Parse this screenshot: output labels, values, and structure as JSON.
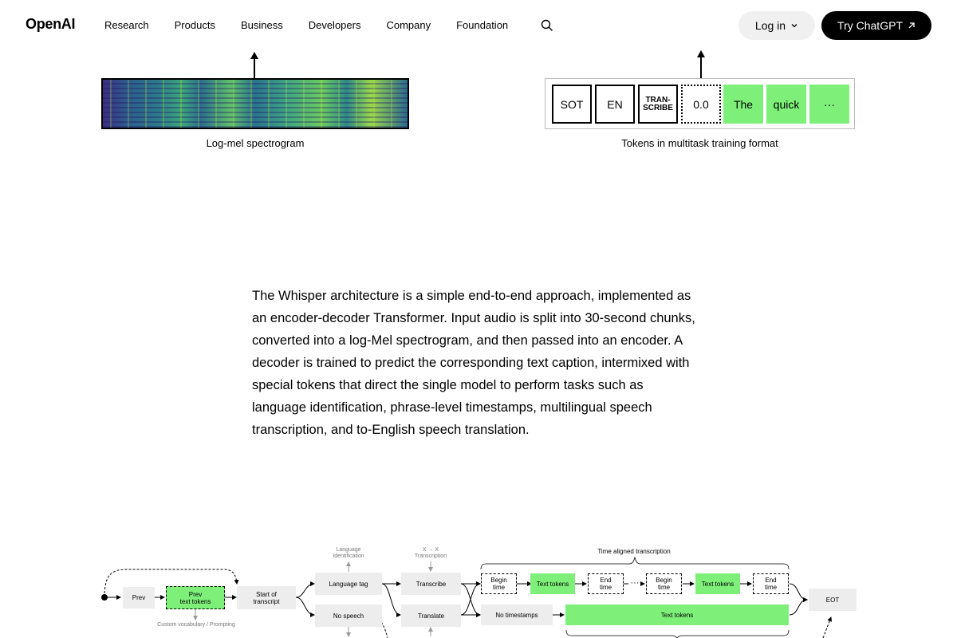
{
  "nav": {
    "logo": "OpenAI",
    "links": [
      "Research",
      "Products",
      "Business",
      "Developers",
      "Company",
      "Foundation"
    ],
    "login_label": "Log in",
    "try_label": "Try ChatGPT"
  },
  "figure_top": {
    "spectrogram_caption": "Log-mel spectrogram",
    "tokens_caption": "Tokens in multitask training format",
    "tokens": [
      "SOT",
      "EN",
      "TRAN-\nSCRIBE",
      "0.0",
      "The",
      "quick",
      "···"
    ]
  },
  "paragraph": "The Whisper architecture is a simple end-to-end approach, implemented as an encoder-decoder Transformer. Input audio is split into 30-second chunks, converted into a log-Mel spectrogram, and then passed into an encoder. A decoder is trained to predict the corresponding text caption, intermixed with special tokens that direct the single model to perform tasks such as language identification, phrase-level timestamps, multilingual speech transcription, and to-English speech translation.",
  "diagram": {
    "prev": "Prev",
    "prev_text_tokens": "Prev\ntext tokens",
    "custom_vocab": "Custom vocabulary / Prompting",
    "start_transcript": "Start of\ntranscript",
    "language_identification": "Language\nIdentification",
    "language_tag": "Language tag",
    "no_speech": "No speech",
    "x_to_x": "X → X\nTranscription",
    "transcribe": "Transcribe",
    "translate": "Translate",
    "time_aligned": "Time aligned transcription",
    "begin_time": "Begin\ntime",
    "text_tokens": "Text tokens",
    "end_time": "End\ntime",
    "ellipsis": "···",
    "no_timestamps": "No timestamps",
    "eot": "EOT"
  }
}
